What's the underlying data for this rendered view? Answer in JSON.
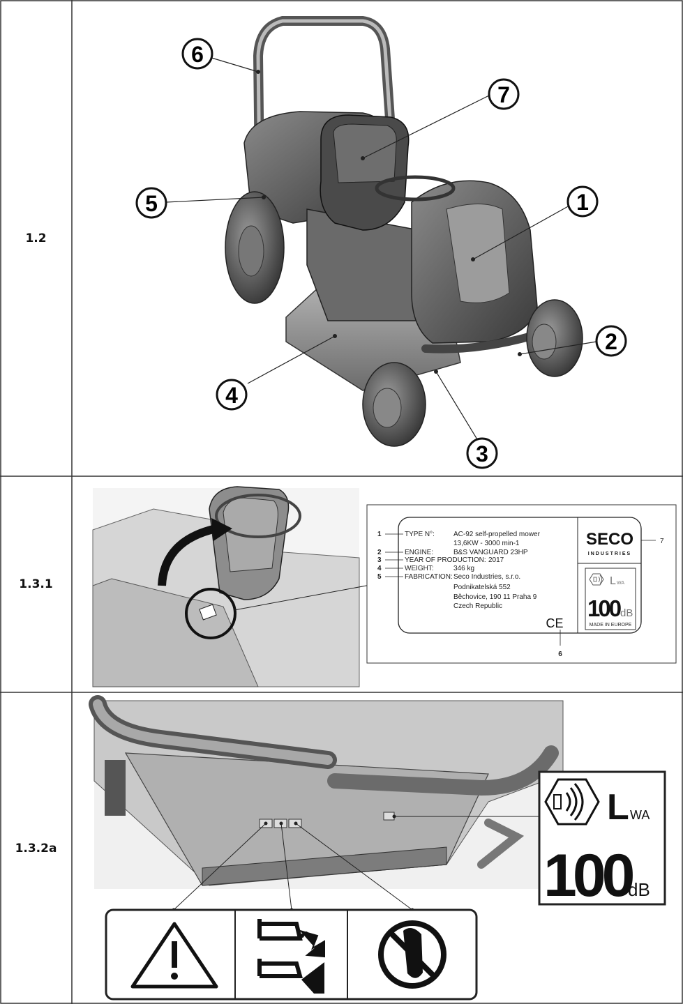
{
  "rows": [
    {
      "label": "1.2"
    },
    {
      "label": "1.3.1"
    },
    {
      "label": "1.3.2a"
    }
  ],
  "callouts": [
    "1",
    "2",
    "3",
    "4",
    "5",
    "6",
    "7"
  ],
  "plate": {
    "keys": [
      "1",
      "2",
      "3",
      "4",
      "5"
    ],
    "fields": [
      {
        "name": "TYPE N°:",
        "value": "AC-92 self-propelled mower"
      },
      {
        "name": "",
        "value": "13,6KW - 3000 min-1"
      },
      {
        "name": "ENGINE:",
        "value": "B&S VANGUARD 23HP"
      },
      {
        "name": "YEAR OF PRODUCTION:",
        "value": "2017"
      },
      {
        "name": "WEIGHT:",
        "value": "346 kg"
      },
      {
        "name": "FABRICATION:",
        "value": "Seco Industries, s.r.o."
      }
    ],
    "address": [
      "Podnikatelská 552",
      "Běchovice, 190 11 Praha 9",
      "Czech Republic"
    ],
    "brand": "SECO",
    "brand_sub": "INDUSTRIES",
    "brand_key": "7",
    "ce_key": "6",
    "ce_mark": "CE",
    "lwa": "L",
    "lwa_sub": "WA",
    "noise_value": "100",
    "noise_unit": "dB",
    "made_in": "MADE IN EUROPE"
  },
  "noise_label": {
    "lwa": "L",
    "lwa_sub": "WA",
    "value": "100",
    "unit": "dB"
  },
  "icon_names": [
    "warning-triangle-icon",
    "discharge-chute-icon",
    "no-hands-icon",
    "speaker-icon"
  ]
}
